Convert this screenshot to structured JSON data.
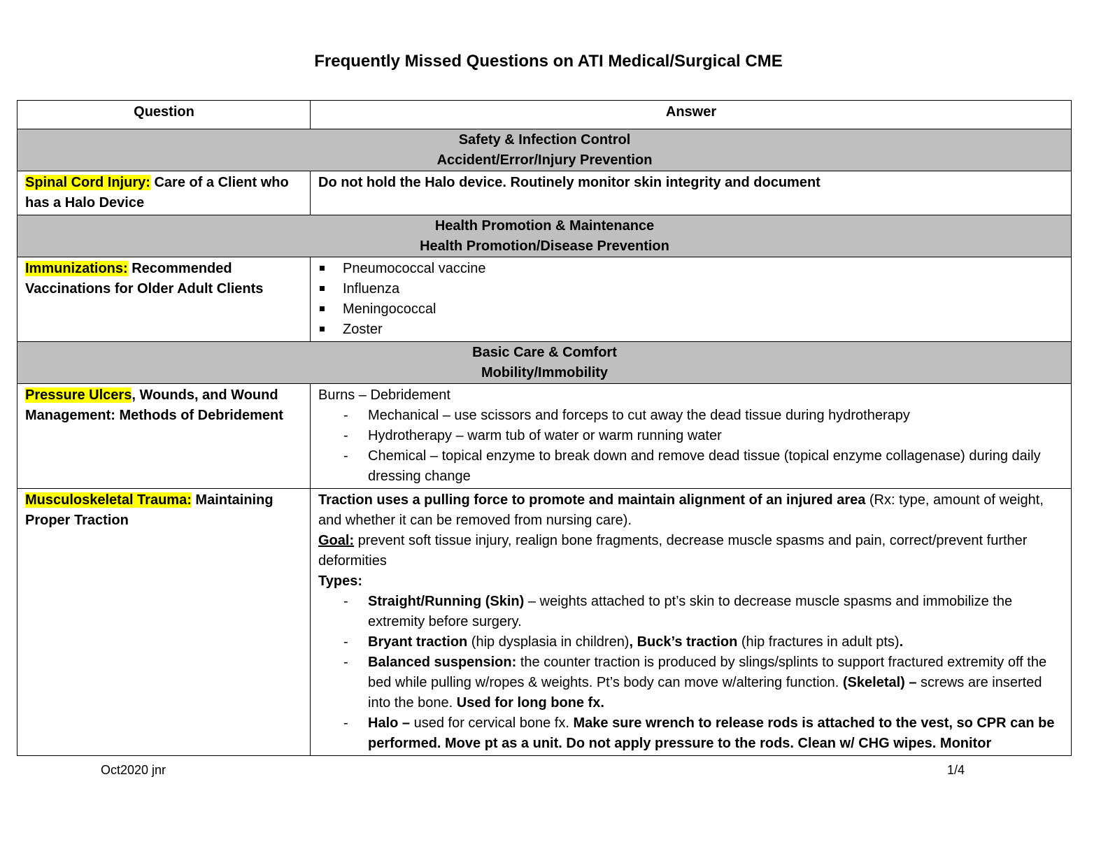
{
  "title": "Frequently Missed Questions on ATI Medical/Surgical CME",
  "headers": {
    "question": "Question",
    "answer": "Answer"
  },
  "sections": [
    {
      "line1": "Safety & Infection Control",
      "line2": "Accident/Error/Injury Prevention"
    },
    {
      "line1": "Health Promotion & Maintenance",
      "line2": "Health Promotion/Disease Prevention"
    },
    {
      "line1": "Basic Care & Comfort",
      "line2": "Mobility/Immobility"
    }
  ],
  "rows": {
    "spinal": {
      "q_highlight": "Spinal Cord Injury:",
      "q_rest": " Care of a Client who has a Halo Device",
      "answer": "Do not hold the Halo device. Routinely monitor skin integrity and document"
    },
    "immun": {
      "q_highlight": "Immunizations:",
      "q_rest": " Recommended Vaccinations for Older Adult Clients",
      "items": [
        "Pneumococcal vaccine",
        "Influenza",
        "Meningococcal",
        "Zoster"
      ]
    },
    "pressure": {
      "q_highlight": "Pressure Ulcers",
      "q_rest": ", Wounds, and Wound Management: Methods of Debridement",
      "intro": "Burns – Debridement",
      "items": [
        "Mechanical – use scissors and forceps to cut away the dead tissue during hydrotherapy",
        "Hydrotherapy – warm tub of water or warm running water",
        "Chemical – topical enzyme to break down and remove dead tissue (topical enzyme collagenase) during daily dressing change"
      ]
    },
    "msk": {
      "q_highlight": "Musculoskeletal Trauma:",
      "q_rest": " Maintaining Proper Traction",
      "p1_bold": "Traction uses a pulling force to promote and maintain alignment of an injured area",
      "p1_rest": " (Rx: type, amount of weight, and whether it can be removed from nursing care).",
      "goal_label": "Goal:",
      "goal_text": " prevent soft tissue injury, realign bone fragments, decrease muscle spasms and pain, correct/prevent further deformities",
      "types_label": "Types:",
      "t1_bold": "Straight/Running (Skin)",
      "t1_rest": " – weights attached to pt’s skin to decrease muscle spasms and immobilize the extremity before surgery.",
      "t2_bold": "Bryant traction",
      "t2_mid": " (hip dysplasia in children)",
      "t2_bold2": ", Buck’s traction",
      "t2_rest": " (hip fractures in adult pts)",
      "t2_end": ".",
      "t3_bold": "Balanced suspension:",
      "t3_rest": " the counter traction is produced by slings/splints to support fractured extremity off the bed while pulling w/ropes & weights. Pt’s body can move w/altering function. ",
      "t3_bold2": "(Skeletal) –",
      "t3_rest2": " screws are inserted into the bone. ",
      "t3_bold3": "Used for long bone fx.",
      "t4_bold": "Halo –",
      "t4_rest": " used for cervical bone fx. ",
      "t4_bold2": "Make sure wrench to release rods is attached to the vest, so CPR can be performed. Move pt as a unit. Do not apply pressure to the rods. Clean w/ CHG wipes. Monitor"
    }
  },
  "footer": {
    "left": "Oct2020 jnr",
    "right": "1/4"
  }
}
